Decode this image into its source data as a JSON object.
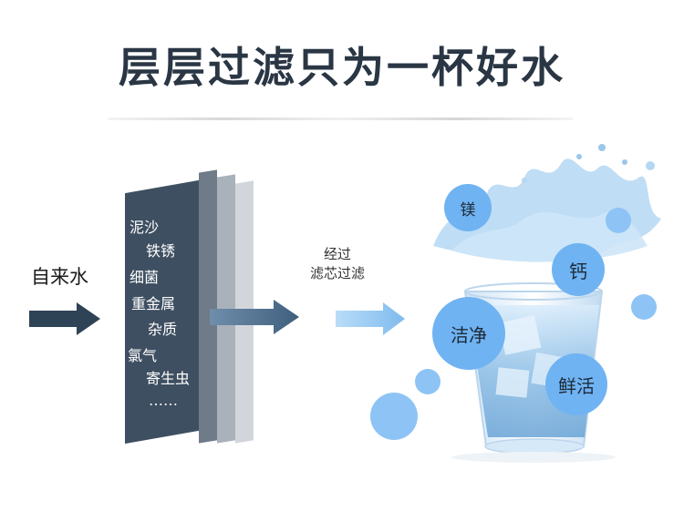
{
  "title": "层层过滤只为一杯好水",
  "input_label": "自来水",
  "contaminants": [
    "泥沙",
    "铁锈",
    "细菌",
    "重金属",
    "杂质",
    "氯气",
    "寄生虫",
    "……"
  ],
  "filter_label": [
    "经过",
    "滤芯过滤"
  ],
  "bubbles": [
    "镁",
    "钙",
    "洁净",
    "鲜活"
  ],
  "colors": {
    "title": "#2a3644",
    "panel_dark": "#3e4f61",
    "arrow_dark": "#2f4356",
    "arrow_mid": "#4f6f8e",
    "arrow_light": "#8ec3ee",
    "bubble": "#6fb3f2",
    "bubble_light": "#8dc4f5"
  }
}
